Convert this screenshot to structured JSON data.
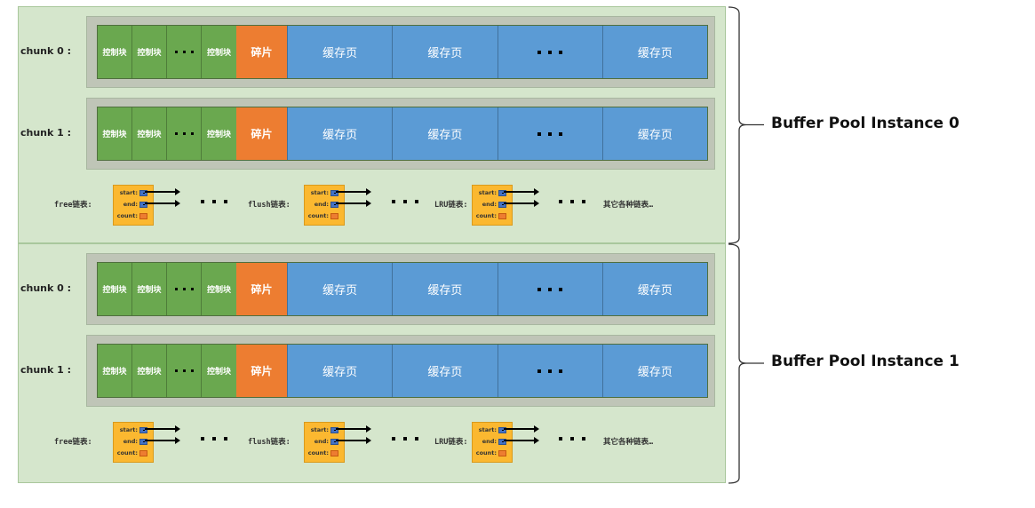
{
  "diagram": {
    "instances": [
      {
        "label": "Buffer Pool Instance 0",
        "chunks": [
          {
            "label": "chunk 0 :",
            "blocks": [
              "控制块",
              "控制块",
              "...",
              "控制块",
              "碎片",
              "缓存页",
              "缓存页",
              "...",
              "缓存页"
            ]
          },
          {
            "label": "chunk 1 :",
            "blocks": [
              "控制块",
              "控制块",
              "...",
              "控制块",
              "碎片",
              "缓存页",
              "缓存页",
              "...",
              "缓存页"
            ]
          }
        ],
        "lists": [
          {
            "label": "free链表:",
            "fields": [
              "start:",
              "end:",
              "count:"
            ]
          },
          {
            "label": "flush链表:",
            "fields": [
              "start:",
              "end:",
              "count:"
            ]
          },
          {
            "label": "LRU链表:",
            "fields": [
              "start:",
              "end:",
              "count:"
            ]
          }
        ],
        "others": "其它各种链表…"
      },
      {
        "label": "Buffer Pool Instance 1",
        "chunks": [
          {
            "label": "chunk 0 :",
            "blocks": [
              "控制块",
              "控制块",
              "...",
              "控制块",
              "碎片",
              "缓存页",
              "缓存页",
              "...",
              "缓存页"
            ]
          },
          {
            "label": "chunk 1 :",
            "blocks": [
              "控制块",
              "控制块",
              "...",
              "控制块",
              "碎片",
              "缓存页",
              "缓存页",
              "...",
              "缓存页"
            ]
          }
        ],
        "lists": [
          {
            "label": "free链表:",
            "fields": [
              "start:",
              "end:",
              "count:"
            ]
          },
          {
            "label": "flush链表:",
            "fields": [
              "start:",
              "end:",
              "count:"
            ]
          },
          {
            "label": "LRU链表:",
            "fields": [
              "start:",
              "end:",
              "count:"
            ]
          }
        ],
        "others": "其它各种链表…"
      }
    ],
    "colors": {
      "instance_bg": "#d5e6cc",
      "chunk_frame": "#bfc5b7",
      "control_block": "#6aa84f",
      "fragment": "#ed7d31",
      "cache_page": "#5b9bd5",
      "list_node": "#fbb830",
      "pointer": "#4472c4",
      "count": "#ed7d31"
    }
  }
}
